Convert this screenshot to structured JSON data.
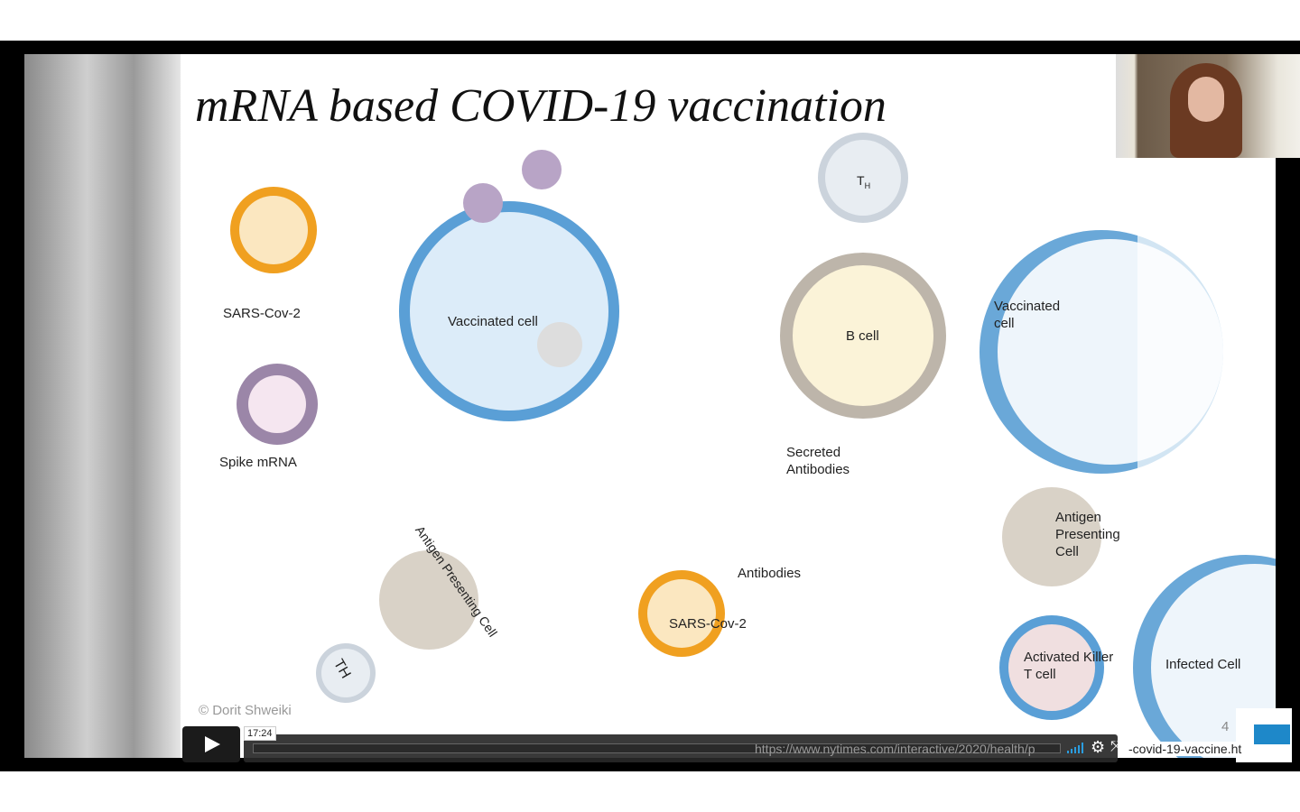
{
  "slide": {
    "title": "mRNA based COVID-19 vaccination",
    "labels": {
      "sars": "SARS-Cov-2",
      "spike": "Spike mRNA",
      "vaccinated1": "Vaccinated cell",
      "th": "T",
      "th_sub": "H",
      "bcell": "B cell",
      "vaccinated2a": "Vaccinated",
      "vaccinated2b": "cell",
      "secreted_a": "Secreted",
      "secreted_b": "Antibodies",
      "apc_a": "Antigen",
      "apc_b": "Presenting",
      "apc_c": "Cell",
      "apc_rot": "Antigen Presenting Cell",
      "antibodies": "Antibodies",
      "sars2": "SARS-Cov-2",
      "killer_a": "Activated Killer",
      "killer_b": "T cell",
      "infected": "Infected Cell",
      "th2": "TH"
    },
    "copyright": "© Dorit Shweiki",
    "page_number": "4",
    "url": "https://www.nytimes.com/interactive/2020/health/p",
    "url_end": "-covid-19-vaccine.ht"
  },
  "player": {
    "timestamp": "17:24",
    "volume_bars": 5,
    "progress_fraction": 0
  }
}
